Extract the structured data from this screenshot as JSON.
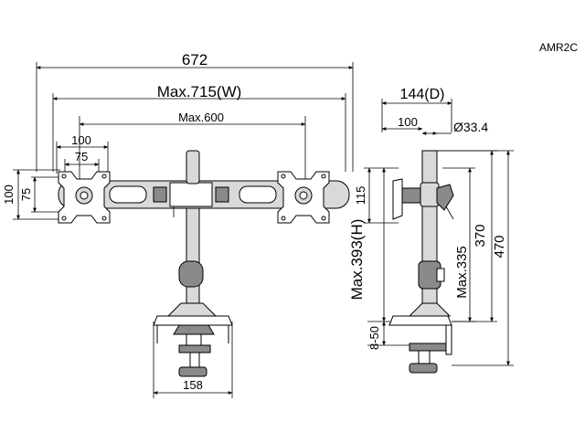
{
  "model": "AMR2C",
  "front_view": {
    "overall_width": "672",
    "max_width": "Max.715(W)",
    "vesa_span": "Max.600",
    "vesa_outer": "100",
    "vesa_inner": "75",
    "vesa_height_outer": "100",
    "vesa_height_inner": "75",
    "base_width": "158"
  },
  "side_view": {
    "depth": "144(D)",
    "depth_inner": "100",
    "pole_diameter": "Ø33.4",
    "arm_drop": "115",
    "max_height": "Max.393(H)",
    "max_pole": "Max.335",
    "height_370": "370",
    "height_470": "470",
    "clamp_range": "8-50"
  }
}
